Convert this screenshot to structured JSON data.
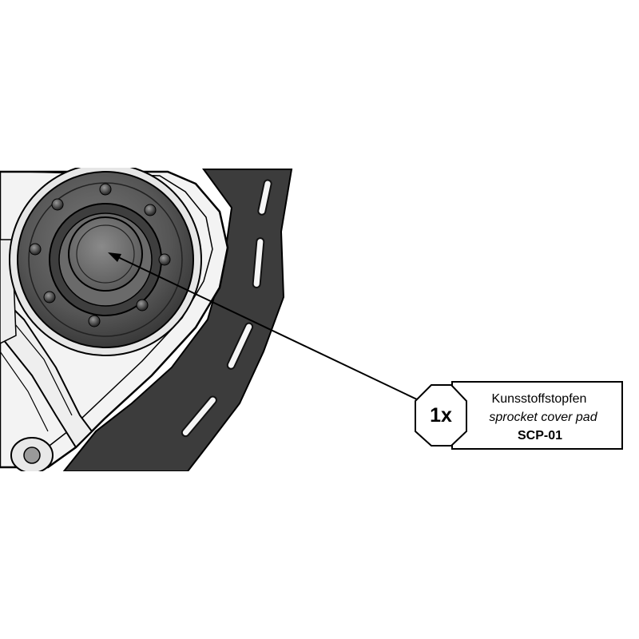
{
  "part_callout": {
    "quantity": "1x",
    "name_de": "Kunsstoffstopfen",
    "name_en": "sprocket cover pad",
    "part_number": "SCP-01"
  },
  "colors": {
    "outline": "#000000",
    "dark_plate": "#3c3c3c",
    "hub_dark": "#4a4a4a",
    "hub_mid": "#6e6e6e",
    "frame_light": "#f2f2f2",
    "background": "#ffffff"
  }
}
